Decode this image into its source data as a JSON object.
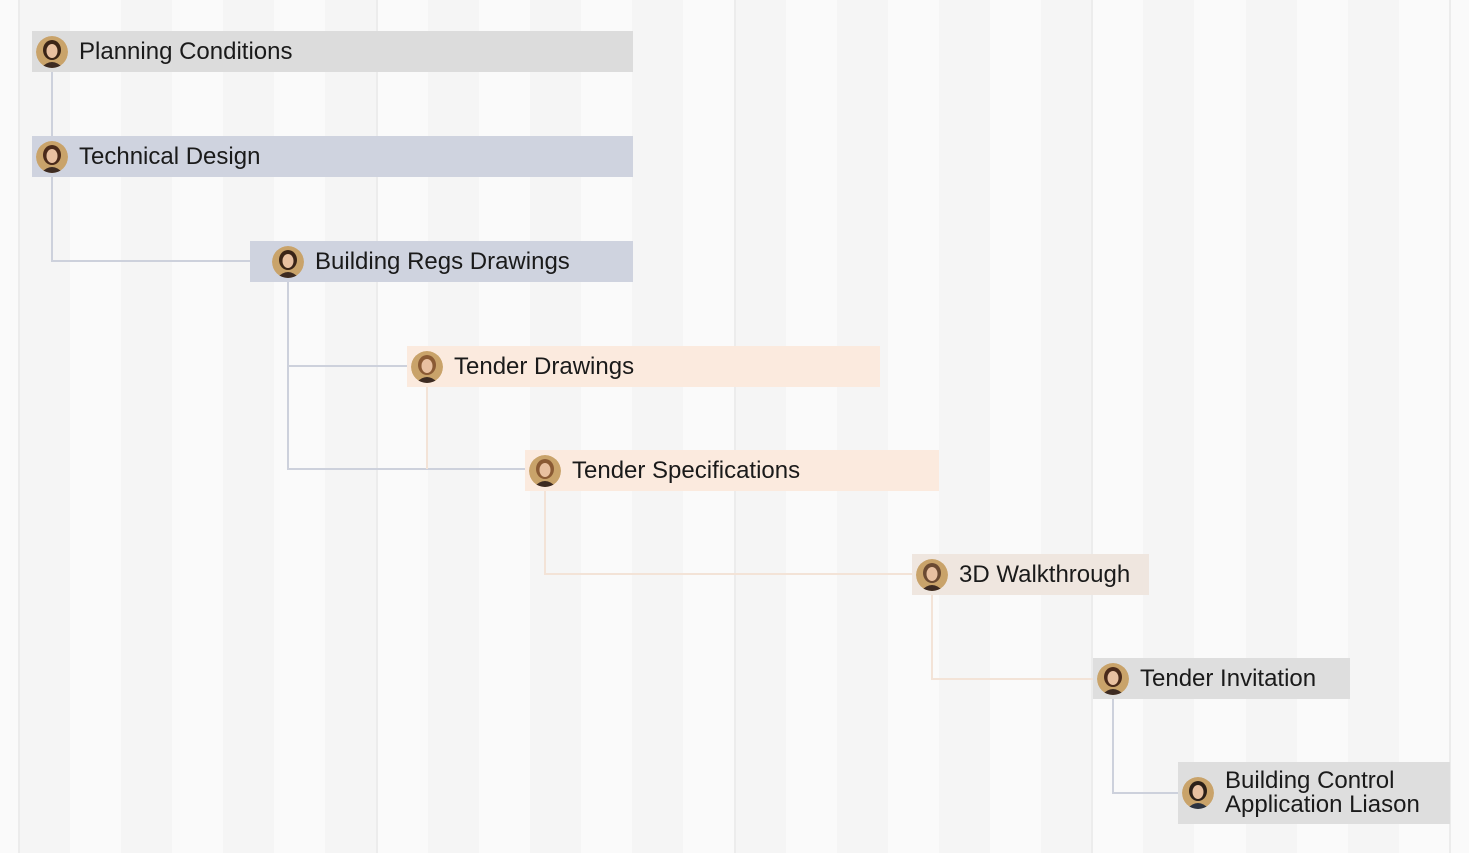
{
  "tasks": [
    {
      "label": "Planning Conditions",
      "color": "#dcdcdc",
      "avatar": "avatar-woman-dark-hair"
    },
    {
      "label": "Technical Design",
      "color": "#cfd3df",
      "avatar": "avatar-woman-long-hair"
    },
    {
      "label": "Building Regs Drawings",
      "color": "#cfd3df",
      "avatar": "avatar-woman-dark-hair"
    },
    {
      "label": "Tender Drawings",
      "color": "#fbeade",
      "avatar": "avatar-woman-light-hair"
    },
    {
      "label": "Tender Specifications",
      "color": "#fbeade",
      "avatar": "avatar-woman-light-hair"
    },
    {
      "label": "3D Walkthrough",
      "color": "#efe6df",
      "avatar": "avatar-man-bald"
    },
    {
      "label": "Tender Invitation",
      "color": "#dedede",
      "avatar": "avatar-woman-long-hair"
    },
    {
      "label": "Building Control Application Liason",
      "color": "#dedede",
      "avatar": "avatar-man-suit"
    }
  ],
  "colors": {
    "connector_blue": "#cdd1dc",
    "connector_peach": "#f3e3d7",
    "background": "#fafafa",
    "stripe": "#f5f5f5"
  }
}
